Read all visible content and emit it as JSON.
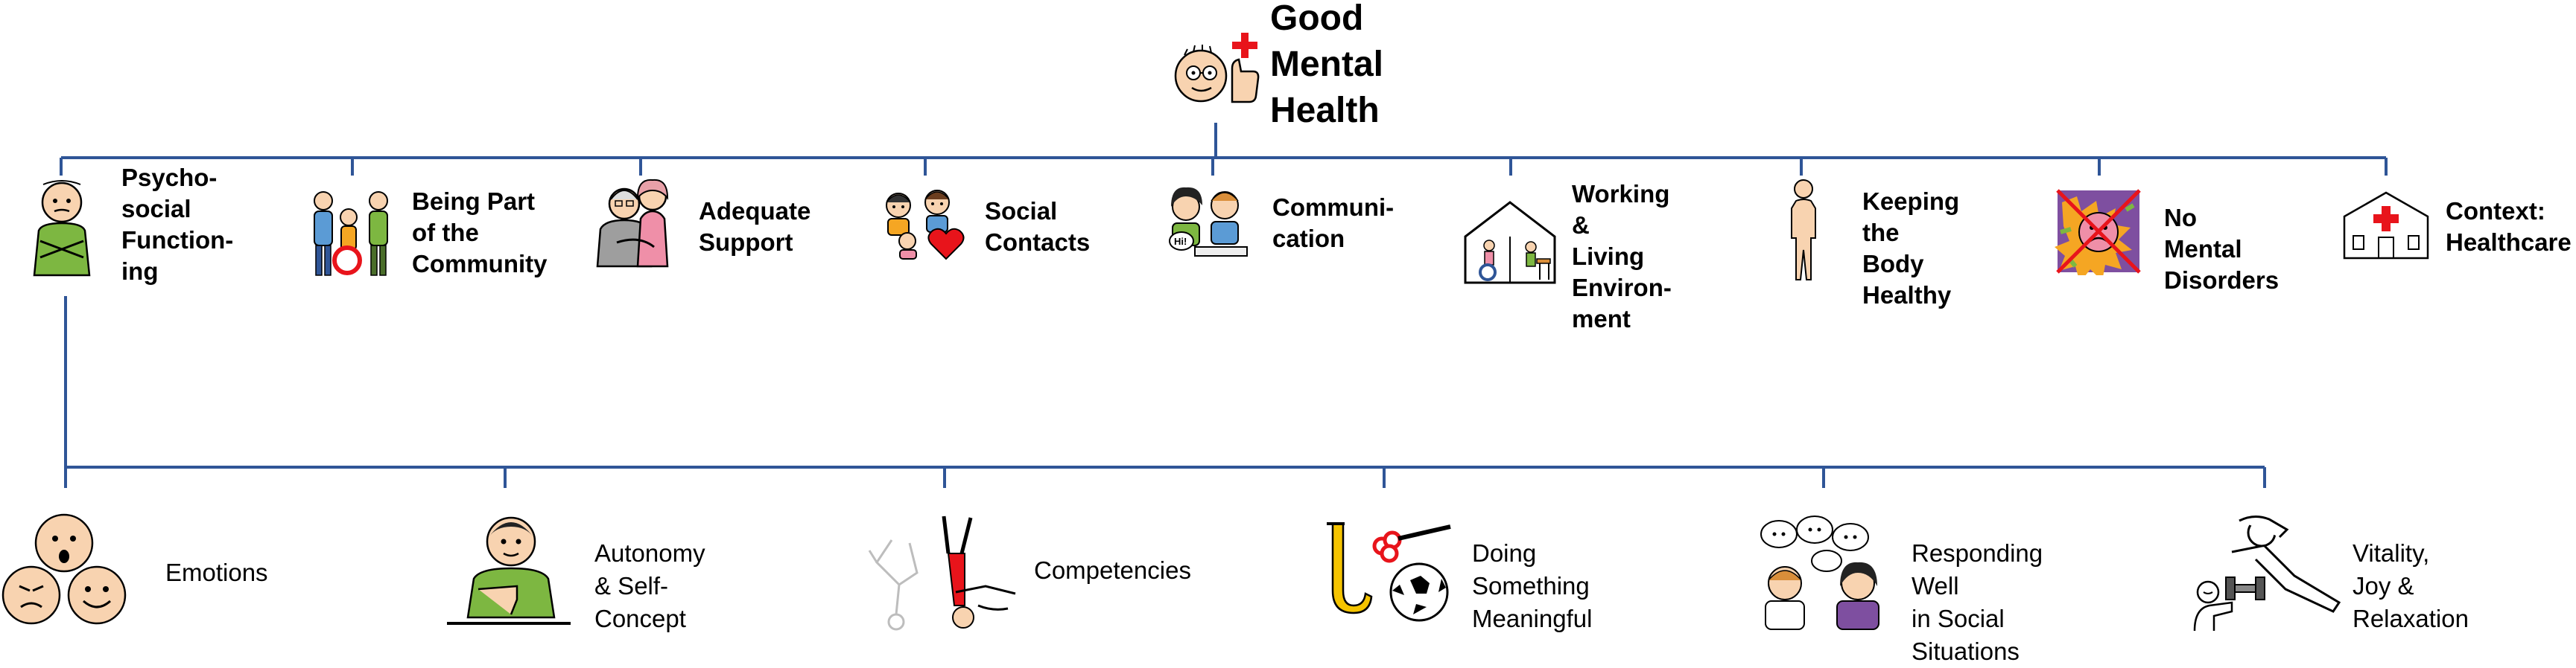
{
  "root": {
    "label": "Good\nMental\nHealth",
    "icon": "thumbs-up-person-with-red-cross-icon"
  },
  "categories": [
    {
      "label": "Psycho-\nsocial\nFunction-\ning",
      "icon": "crossed-arms-person-icon"
    },
    {
      "label": "Being Part\nof the\nCommunity",
      "icon": "community-people-with-wheelchair-icon"
    },
    {
      "label": "Adequate\nSupport",
      "icon": "caregiver-support-icon"
    },
    {
      "label": "Social\nContacts",
      "icon": "family-with-heart-icon"
    },
    {
      "label": "Communi-\ncation",
      "icon": "talking-people-hi-bubble-icon"
    },
    {
      "label": "Working &\nLiving\nEnviron-\nment",
      "icon": "house-with-people-icon"
    },
    {
      "label": "Keeping\nthe Body\nHealthy",
      "icon": "human-body-icon"
    },
    {
      "label": "No Mental\nDisorders",
      "icon": "crossed-out-distressed-face-icon"
    },
    {
      "label": "Context:\nHealthcare",
      "icon": "hospital-icon"
    }
  ],
  "subcategories": [
    {
      "label": "Emotions",
      "icon": "three-emotion-faces-icon"
    },
    {
      "label": "Autonomy & Self-\nConcept",
      "icon": "person-pointing-self-icon"
    },
    {
      "label": "Competencies",
      "icon": "acrobat-skills-icon"
    },
    {
      "label": "Doing Something\nMeaningful",
      "icon": "saxophone-paint-football-icon"
    },
    {
      "label": "Responding Well\nin Social Situations",
      "icon": "people-speech-bubbles-icon"
    },
    {
      "label": "Vitality, Joy &\nRelaxation",
      "icon": "relaxing-person-with-dumbbell-icon"
    }
  ],
  "colors": {
    "connector": "#2F5597",
    "cross": "#E8141B",
    "skin": "#F8D3B0",
    "green": "#7DB741"
  }
}
